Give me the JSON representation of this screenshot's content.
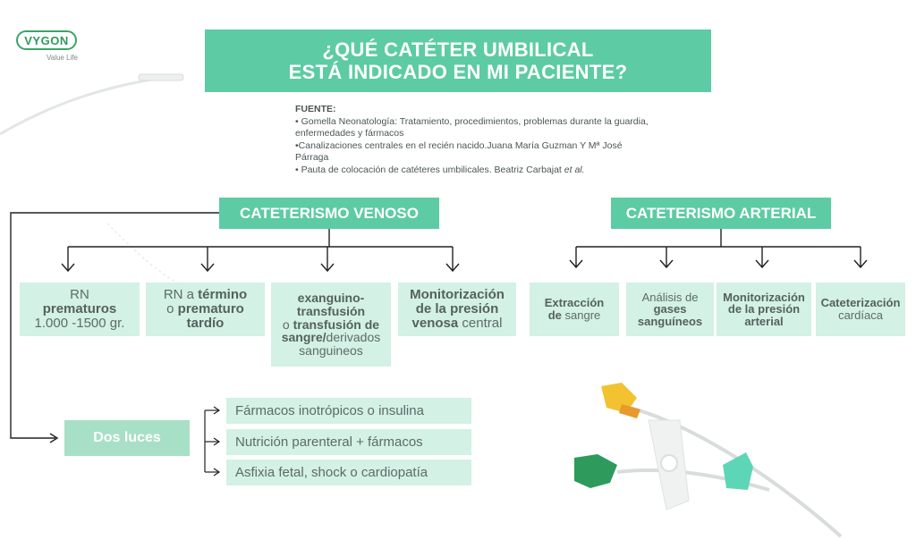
{
  "brand": {
    "name": "VYGON",
    "tagline": "Value Life"
  },
  "title": {
    "line1": "¿QUÉ CATÉTER UMBILICAL",
    "line2": "ESTÁ INDICADO EN MI PACIENTE?"
  },
  "sources": {
    "header": "FUENTE:",
    "items": [
      "• Gomella Neonatología: Tratamiento, procedimientos, problemas durante la guardia, enfermedades y fármacos",
      "•Canalizaciones centrales en el recién nacido.Juana María Guzman Y Mª José Párraga",
      "• Pauta de colocación de catéteres umbilicales. Beatriz Carbajat"
    ],
    "last_suffix": "et al."
  },
  "venoso": {
    "title": "CATETERISMO VENOSO",
    "boxes": [
      {
        "lines": [
          {
            "t": "RN",
            "b": false
          },
          {
            "t": "prematuros",
            "b": true
          },
          {
            "t": "1.000 -1500 gr.",
            "b": false
          }
        ]
      },
      {
        "lines": [
          {
            "t": "RN a ",
            "b": false,
            "t2": "término"
          },
          {
            "t": "o ",
            "b": false,
            "t2": "prematuro"
          },
          {
            "t": "tardío",
            "b": true
          }
        ]
      },
      {
        "lines": [
          {
            "t": "exanguino-",
            "b": true
          },
          {
            "t": "transfusión",
            "b": true
          },
          {
            "t": "o ",
            "b": false,
            "t2": "transfusión de"
          },
          {
            "t": "sangre/",
            "b": true,
            "t3": "derivados"
          },
          {
            "t": "sanguineos",
            "b": false
          }
        ]
      },
      {
        "lines": [
          {
            "t": "Monitorización",
            "b": true
          },
          {
            "t": "de la presión",
            "b": true
          },
          {
            "t": "venosa",
            "b": true,
            "t3": " central"
          }
        ]
      }
    ],
    "dos_luces": "Dos luces",
    "options": [
      "Fármacos inotrópicos o insulina",
      "Nutrición parenteral + fármacos",
      "Asfixia fetal, shock o cardiopatía"
    ]
  },
  "arterial": {
    "title": "CATETERISMO ARTERIAL",
    "boxes": [
      {
        "lines": [
          {
            "t": "Extracción",
            "b": true
          },
          {
            "t": "de ",
            "b": true,
            "t3": "sangre"
          }
        ]
      },
      {
        "lines": [
          {
            "t": "Análisis de",
            "b": false
          },
          {
            "t": "gases",
            "b": true
          },
          {
            "t": "sanguíneos",
            "b": true
          }
        ]
      },
      {
        "lines": [
          {
            "t": "Monitorización",
            "b": true
          },
          {
            "t": "de la presión",
            "b": true
          },
          {
            "t": "arterial",
            "b": true
          }
        ]
      },
      {
        "lines": [
          {
            "t": "Cateterización",
            "b": true
          },
          {
            "t": "cardíaca",
            "b": false
          }
        ]
      }
    ]
  },
  "colors": {
    "accent": "#5dcba3",
    "light": "#d3f1e5",
    "mid": "#a8dfc7",
    "arrow": "#222222"
  }
}
